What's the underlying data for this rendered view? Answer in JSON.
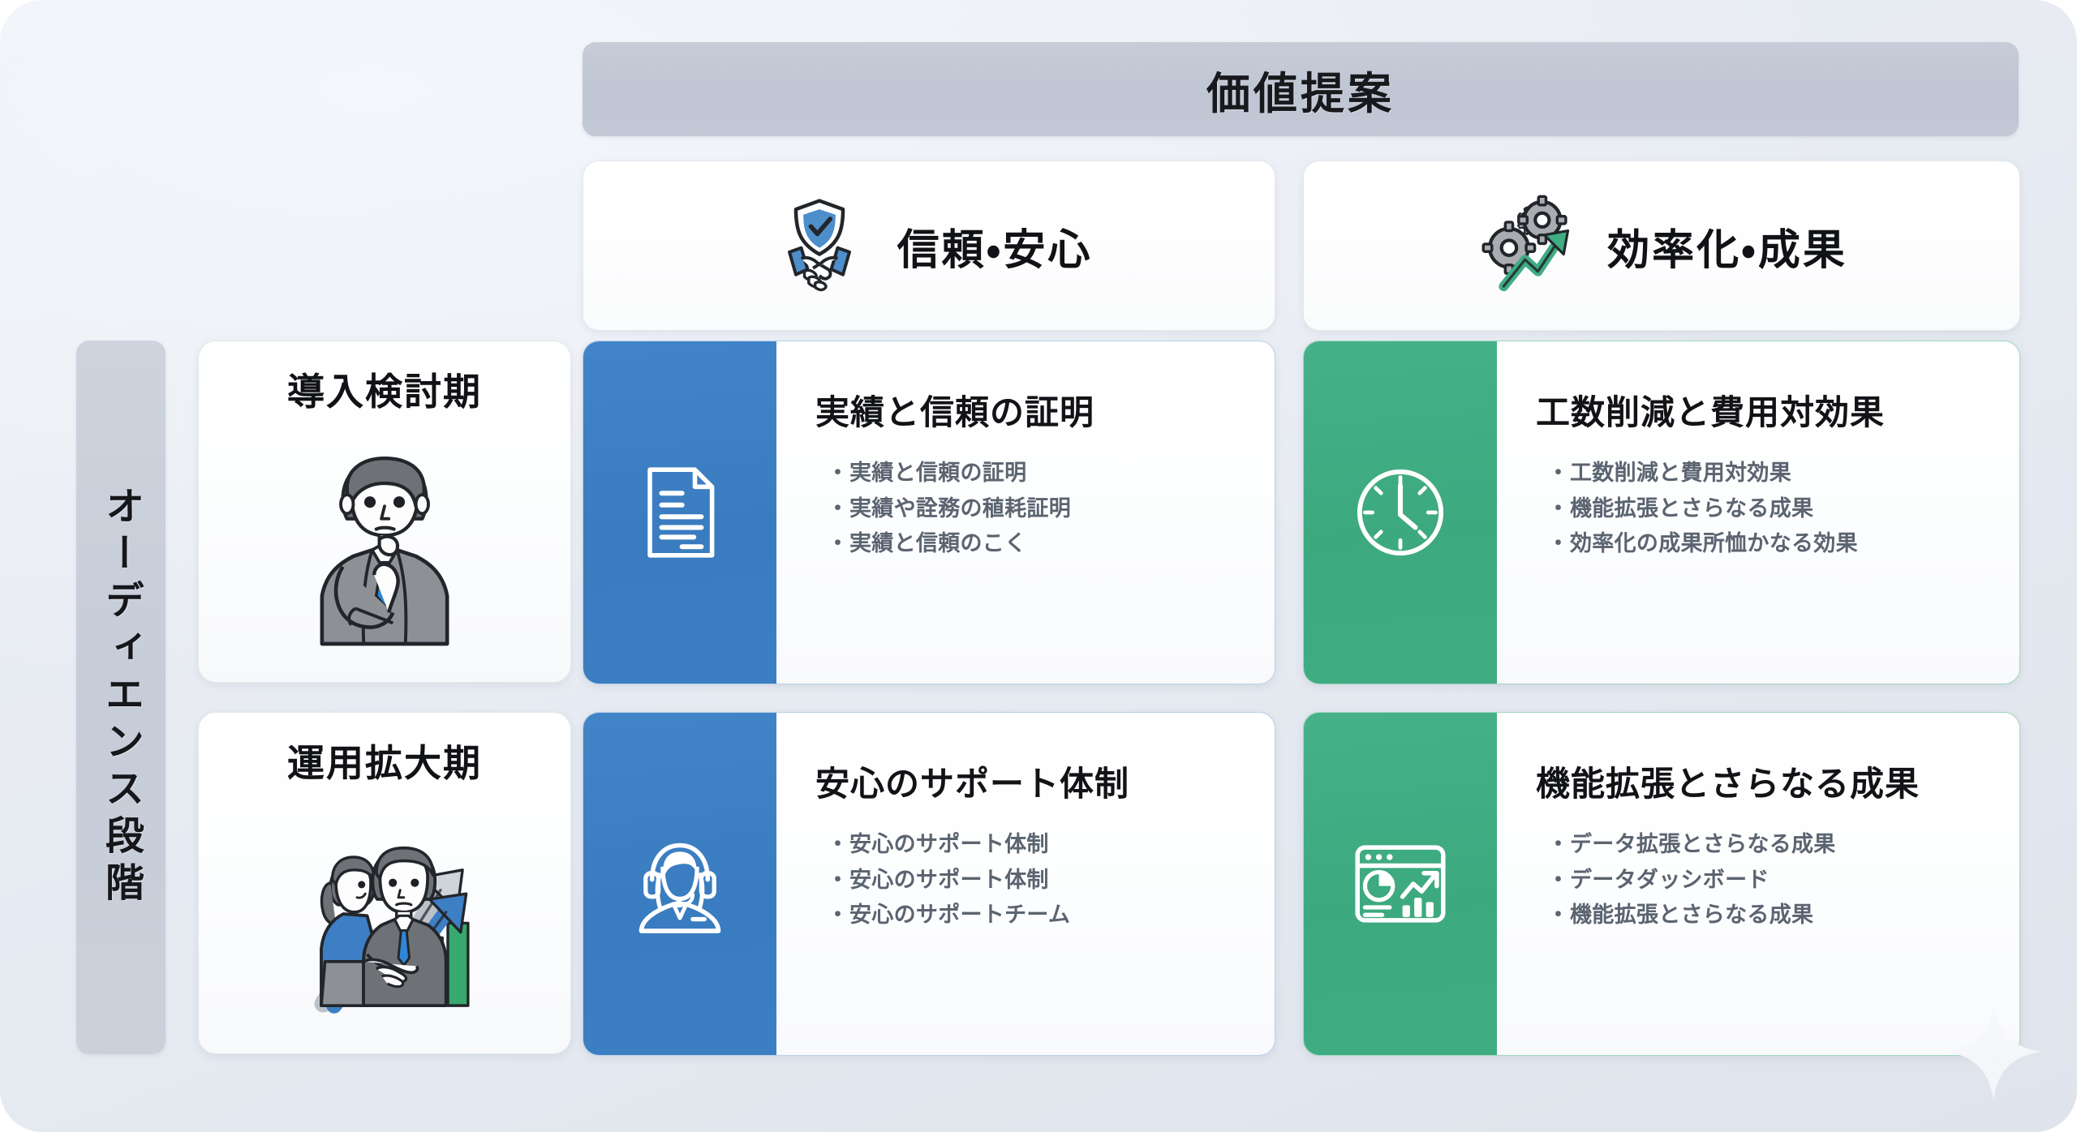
{
  "header": {
    "title": "価値提案"
  },
  "axis": {
    "label": "オーディエンス段階"
  },
  "columns": [
    {
      "label": "信頼・安心",
      "icon": "shield-handshake-icon",
      "accent": "#3B7EC2"
    },
    {
      "label": "効率化・成果",
      "icon": "gears-growth-arrow-icon",
      "accent": "#3FAC82"
    }
  ],
  "stages": [
    {
      "label": "導入検討期",
      "icon": "thinking-businessman-illustration"
    },
    {
      "label": "運用拡大期",
      "icon": "handshake-growth-chart-illustration"
    }
  ],
  "cells": [
    {
      "icon": "document-certificate-icon",
      "title": "実績と信頼の証明",
      "bullets": [
        "実績と信頼の証明",
        "実績や詮務の稙耗証明",
        "実績と信頼のこく"
      ]
    },
    {
      "icon": "clock-icon",
      "title": "工数削減と費用対効果",
      "bullets": [
        "工数削減と費用対効果",
        "機能拡張とさらなる成果",
        "効率化の成果所恤かなる効果"
      ]
    },
    {
      "icon": "support-agent-headset-icon",
      "title": "安心のサポート体制",
      "bullets": [
        "安心のサポート体制",
        "安心のサポート体制",
        "安心のサポートチーム"
      ]
    },
    {
      "icon": "dashboard-analytics-icon",
      "title": "機能拡張とさらなる成果",
      "bullets": [
        "データ拡張とさらなる成果",
        "データダッシボード",
        "機能拡張とさらなる成果"
      ]
    }
  ],
  "decoration": {
    "sparkle": "sparkle-icon"
  },
  "palette": {
    "background": "#E7EBF2",
    "header_band": "#C2C8D5",
    "blue_accent": "#3B7EC2",
    "green_accent": "#3FAC82",
    "card_surface": "#FFFFFF"
  }
}
